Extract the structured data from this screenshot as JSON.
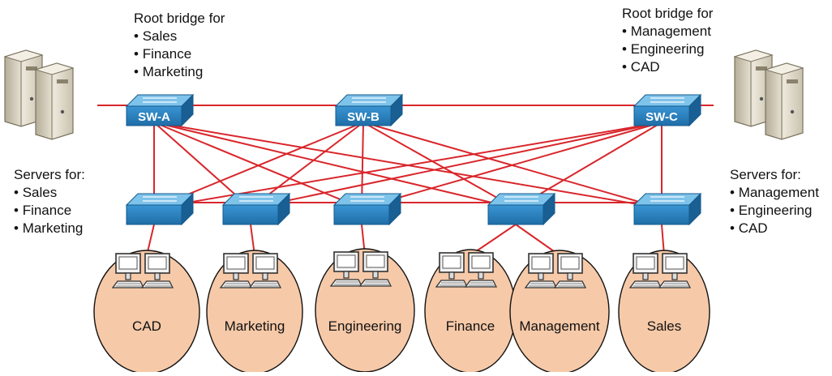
{
  "root_bridges": [
    {
      "title": "Root bridge for",
      "items": [
        "Sales",
        "Finance",
        "Marketing"
      ]
    },
    {
      "title": "Root bridge for",
      "items": [
        "Management",
        "Engineering",
        "CAD"
      ]
    }
  ],
  "servers": [
    {
      "title": "Servers for:",
      "items": [
        "Sales",
        "Finance",
        "Marketing"
      ]
    },
    {
      "title": "Servers for:",
      "items": [
        "Management",
        "Engineering",
        "CAD"
      ]
    }
  ],
  "core_switches": [
    "SW-A",
    "SW-B",
    "SW-C"
  ],
  "groups": [
    "CAD",
    "Marketing",
    "Engineering",
    "Finance",
    "Management",
    "Sales"
  ],
  "colors": {
    "link": "#d9262b",
    "switch": "#2b86c6",
    "switch_top": "#7ec3ea",
    "cloud": "#f6c9a8"
  }
}
